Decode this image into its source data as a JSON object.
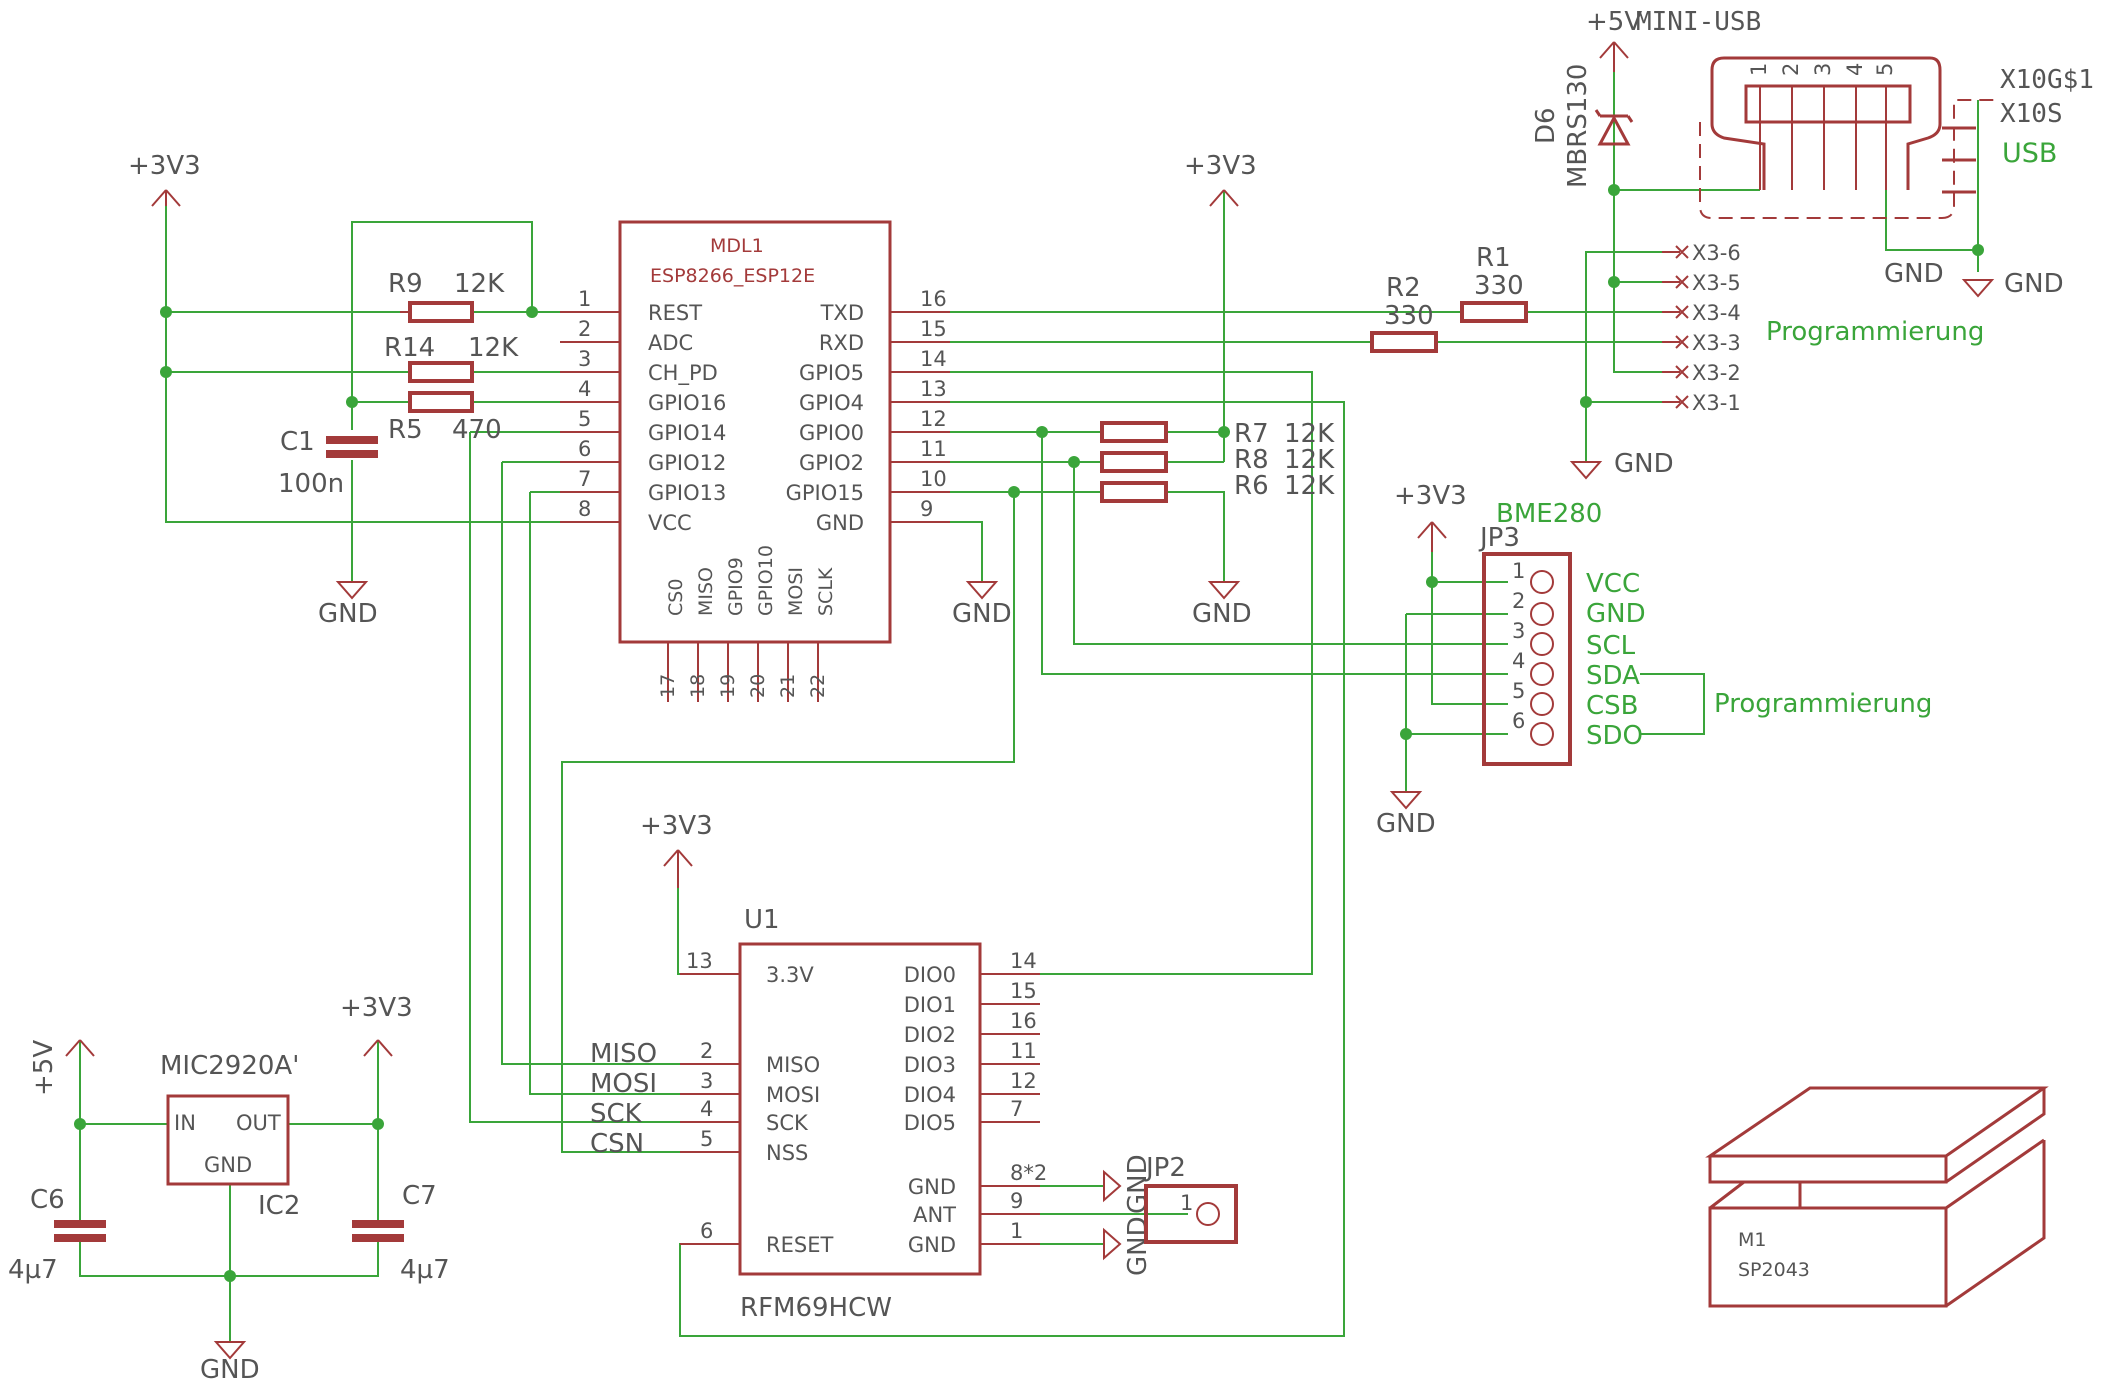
{
  "labels": {
    "p3v3": "+3V3",
    "p5v": "+5V",
    "gnd": "GND",
    "usb_title": "MINI-USB",
    "usb_name": "X10G$1",
    "usb_value": "X10S",
    "usb_label": "USB",
    "programmierung": "Programmierung",
    "d6_name": "D6",
    "d6_value": "MBRS130",
    "mdl1_name": "MDL1",
    "mdl1_value": "ESP8266_ESP12E",
    "u1_name": "U1",
    "u1_value": "RFM69HCW",
    "ic2_name": "IC2",
    "ic2_value": "MIC2920A'",
    "jp2": "JP2",
    "jp3": "JP3",
    "bme": "BME280",
    "m1_name": "M1",
    "m1_value": "SP2043"
  },
  "resistors": {
    "r9": {
      "name": "R9",
      "value": "12K"
    },
    "r14": {
      "name": "R14",
      "value": "12K"
    },
    "r5": {
      "name": "R5",
      "value": "470"
    },
    "r2": {
      "name": "R2",
      "value": "330"
    },
    "r1": {
      "name": "R1",
      "value": "330"
    },
    "r7": {
      "name": "R7",
      "value": "12K"
    },
    "r8": {
      "name": "R8",
      "value": "12K"
    },
    "r6": {
      "name": "R6",
      "value": "12K"
    }
  },
  "caps": {
    "c1": {
      "name": "C1",
      "value": "100n"
    },
    "c6": {
      "name": "C6",
      "value": "4µ7"
    },
    "c7": {
      "name": "C7",
      "value": "4µ7"
    }
  },
  "esp": {
    "left": [
      {
        "num": "1",
        "name": "REST"
      },
      {
        "num": "2",
        "name": "ADC"
      },
      {
        "num": "3",
        "name": "CH_PD"
      },
      {
        "num": "4",
        "name": "GPIO16"
      },
      {
        "num": "5",
        "name": "GPIO14"
      },
      {
        "num": "6",
        "name": "GPIO12"
      },
      {
        "num": "7",
        "name": "GPIO13"
      },
      {
        "num": "8",
        "name": "VCC"
      }
    ],
    "right": [
      {
        "num": "16",
        "name": "TXD"
      },
      {
        "num": "15",
        "name": "RXD"
      },
      {
        "num": "14",
        "name": "GPIO5"
      },
      {
        "num": "13",
        "name": "GPIO4"
      },
      {
        "num": "12",
        "name": "GPIO0"
      },
      {
        "num": "11",
        "name": "GPIO2"
      },
      {
        "num": "10",
        "name": "GPIO15"
      },
      {
        "num": "9",
        "name": "GND"
      }
    ],
    "bottom": [
      {
        "num": "17",
        "name": "CS0"
      },
      {
        "num": "18",
        "name": "MISO"
      },
      {
        "num": "19",
        "name": "GPIO9"
      },
      {
        "num": "20",
        "name": "GPIO10"
      },
      {
        "num": "21",
        "name": "MOSI"
      },
      {
        "num": "22",
        "name": "SCLK"
      }
    ]
  },
  "rfm": {
    "left": [
      {
        "num": "13",
        "name": "3.3V"
      },
      {
        "num": "2",
        "name": "MISO"
      },
      {
        "num": "3",
        "name": "MOSI"
      },
      {
        "num": "4",
        "name": "SCK"
      },
      {
        "num": "5",
        "name": "NSS"
      },
      {
        "num": "6",
        "name": "RESET"
      }
    ],
    "right": [
      {
        "num": "14",
        "name": "DIO0"
      },
      {
        "num": "15",
        "name": "DIO1"
      },
      {
        "num": "16",
        "name": "DIO2"
      },
      {
        "num": "11",
        "name": "DIO3"
      },
      {
        "num": "12",
        "name": "DIO4"
      },
      {
        "num": "7",
        "name": "DIO5"
      },
      {
        "num": "8*2",
        "name": "GND"
      },
      {
        "num": "9",
        "name": "ANT"
      },
      {
        "num": "1",
        "name": "GND"
      }
    ]
  },
  "nets": {
    "miso": "MISO",
    "mosi": "MOSI",
    "sck": "SCK",
    "csn": "CSN"
  },
  "ic2_pins": {
    "in": "IN",
    "out": "OUT",
    "gnd": "GND"
  },
  "x3": [
    "X3-6",
    "X3-5",
    "X3-4",
    "X3-3",
    "X3-2",
    "X3-1"
  ],
  "usb_pins": [
    "1",
    "2",
    "3",
    "4",
    "5"
  ],
  "jp3": {
    "nums": [
      "1",
      "2",
      "3",
      "4",
      "5",
      "6"
    ],
    "names": [
      "VCC",
      "GND",
      "SCL",
      "SDA",
      "CSB",
      "SDO"
    ]
  },
  "jp2_pin": "1"
}
